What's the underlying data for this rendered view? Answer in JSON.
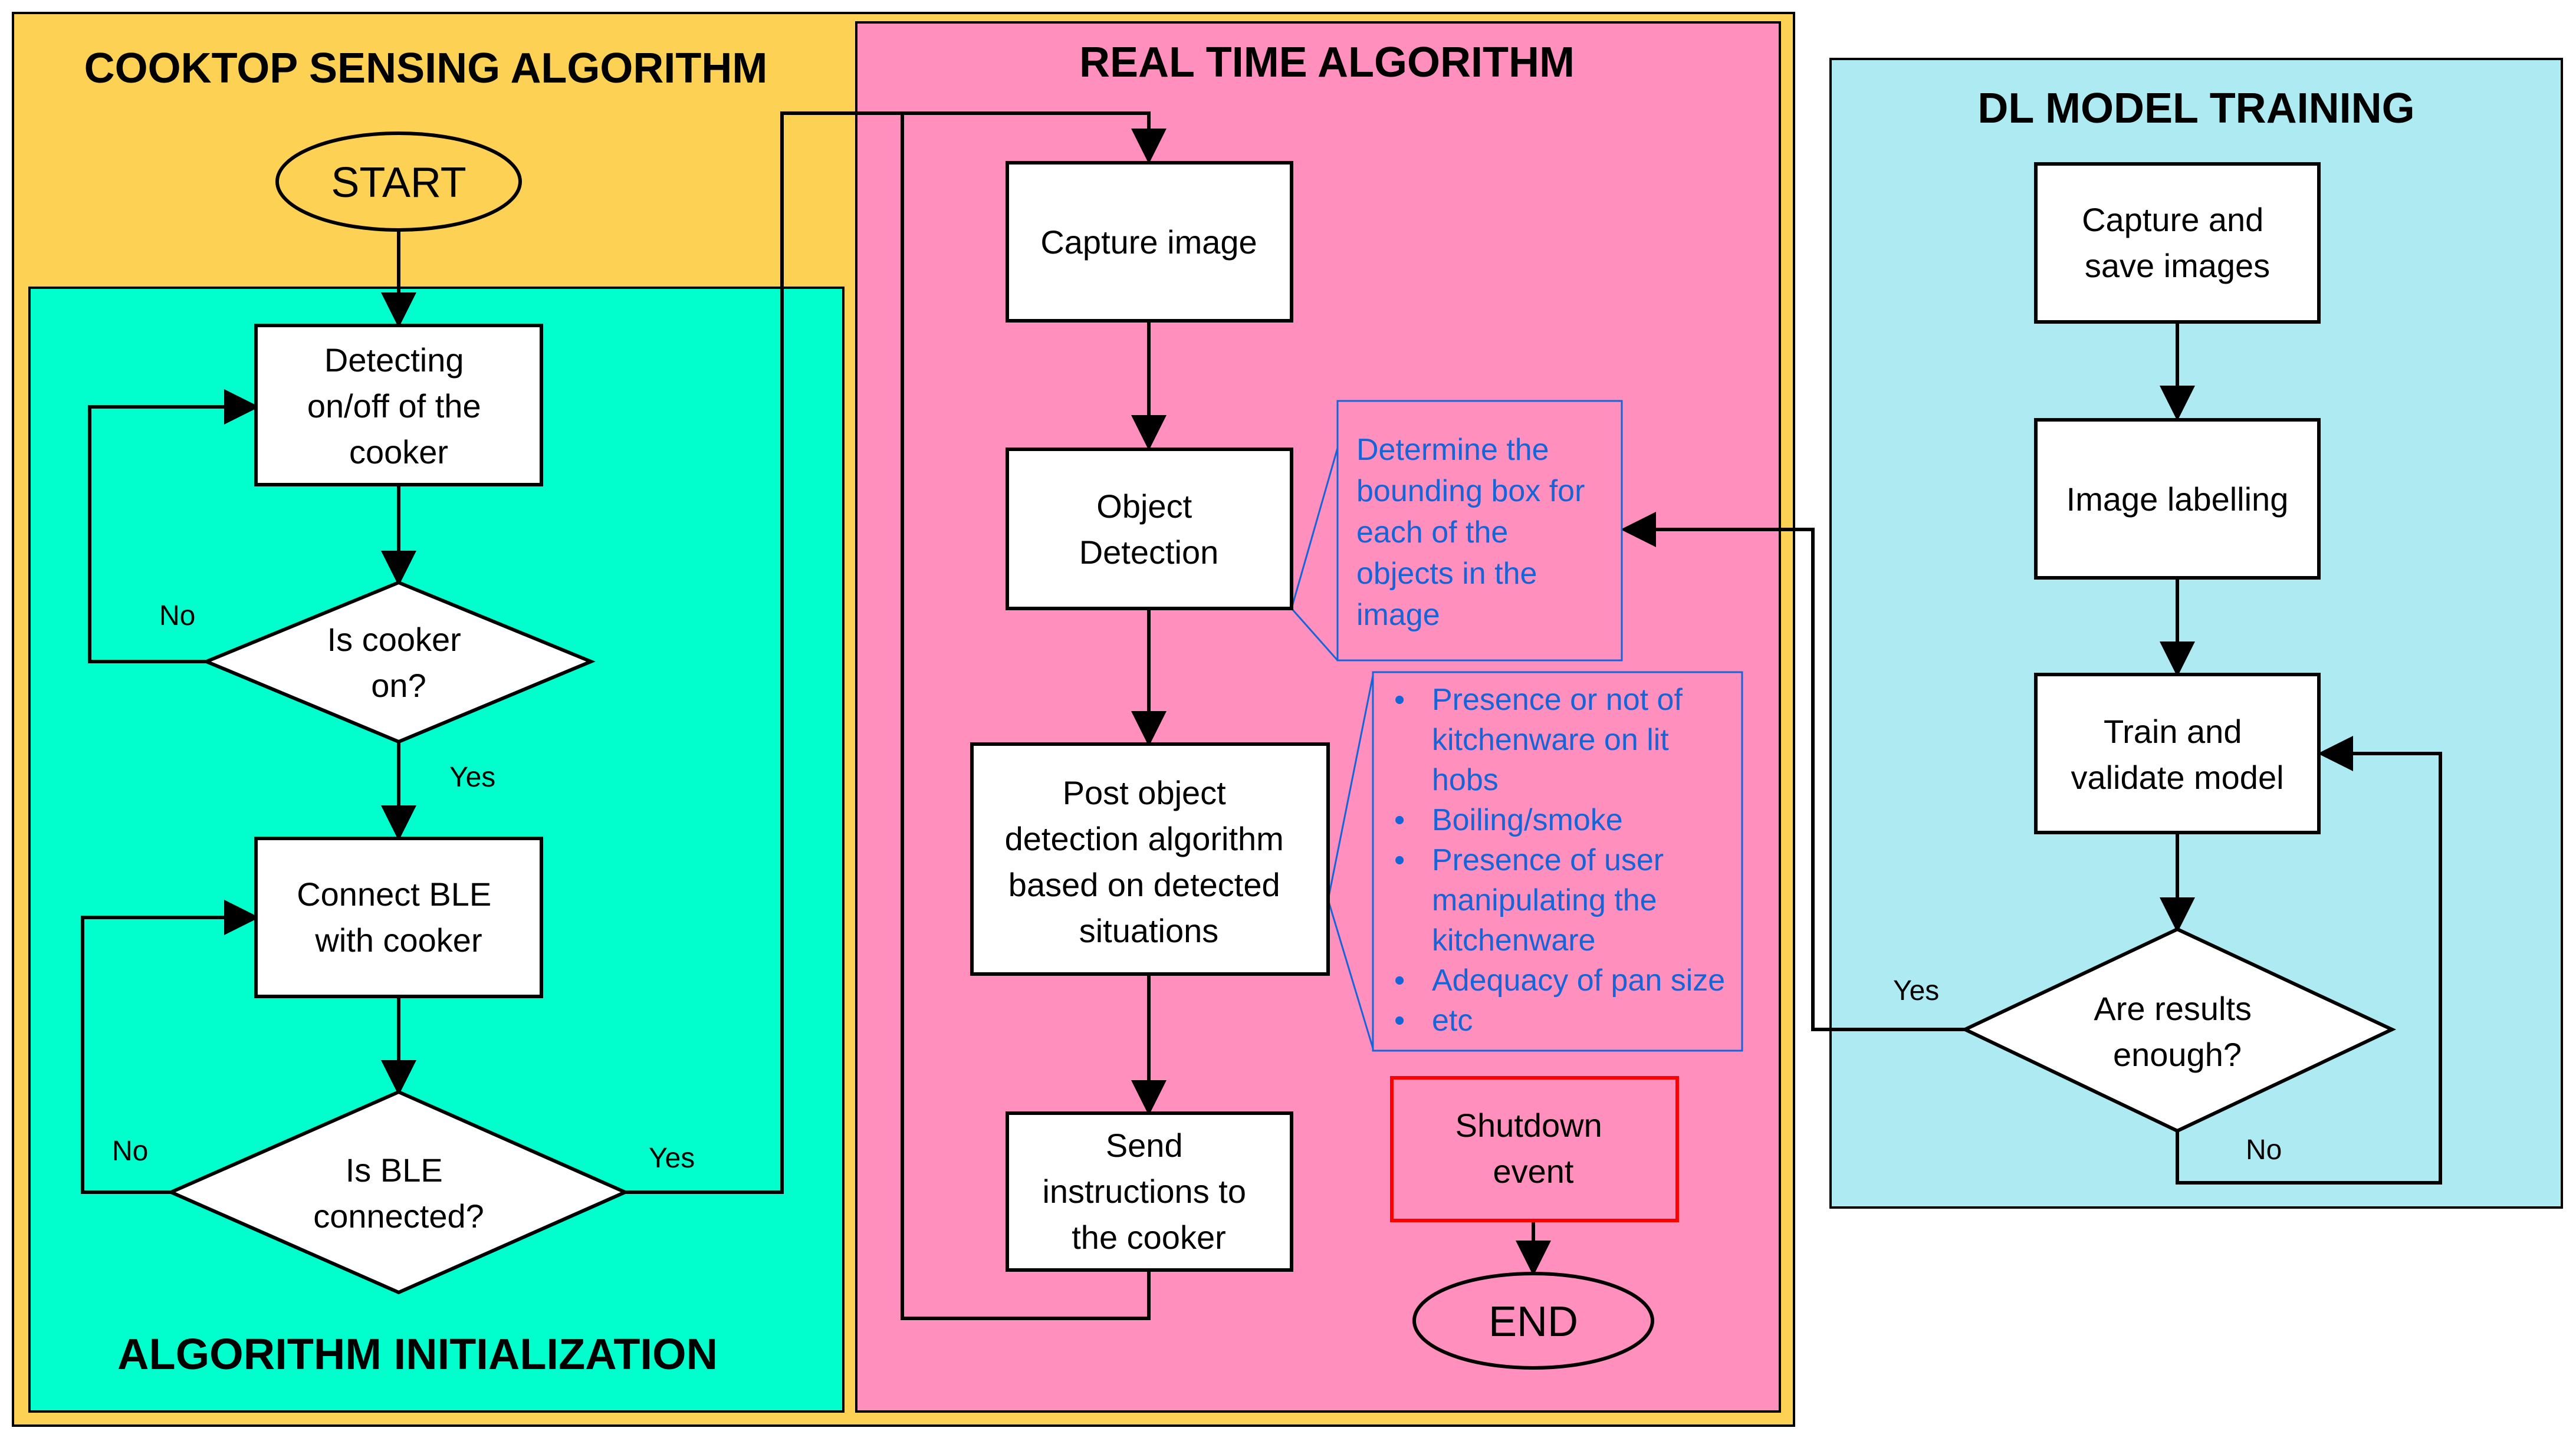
{
  "colors": {
    "outer_panel": "#fdd153",
    "init_panel": "#00ffcc",
    "realtime_panel": "#ff8fbc",
    "training_panel": "#aeeaf2",
    "note_text": "#1565d8",
    "note_border": "#1565d8",
    "shutdown_border": "#ff0000"
  },
  "panels": {
    "cooktop_title": "COOKTOP SENSING ALGORITHM",
    "init_title": "ALGORITHM INITIALIZATION",
    "realtime_title": "REAL TIME ALGORITHM",
    "training_title": "DL MODEL TRAINING"
  },
  "cooktop": {
    "start": "START",
    "detect_lines": [
      "Detecting",
      "on/off of the",
      "cooker"
    ],
    "cooker_on_lines": [
      "Is cooker",
      "on?"
    ],
    "connect_lines": [
      "Connect BLE",
      "with cooker"
    ],
    "ble_connected_lines": [
      "Is BLE",
      "connected?"
    ]
  },
  "realtime": {
    "capture": "Capture image",
    "detection_lines": [
      "Object",
      "Detection"
    ],
    "post_lines": [
      "Post object",
      "detection algorithm",
      "based on detected",
      "situations"
    ],
    "send_lines": [
      "Send",
      "instructions to",
      "the cooker"
    ],
    "shutdown_lines": [
      "Shutdown",
      "event"
    ],
    "end": "END"
  },
  "notes": {
    "bbox_lines": [
      "Determine the",
      "bounding box for",
      "each of the",
      "objects in the",
      "image"
    ],
    "situations": [
      [
        "Presence or not of",
        "kitchenware on lit",
        "hobs"
      ],
      [
        "Boiling/smoke"
      ],
      [
        "Presence of user",
        "manipulating the",
        "kitchenware"
      ],
      [
        "Adequacy of pan size"
      ],
      [
        "etc"
      ]
    ]
  },
  "training": {
    "capture_lines": [
      "Capture and",
      "save images"
    ],
    "label": "Image labelling",
    "train_lines": [
      "Train and",
      "validate model"
    ],
    "results_lines": [
      "Are results",
      "enough?"
    ]
  },
  "edge_labels": {
    "cooker_no": "No",
    "cooker_yes": "Yes",
    "ble_no": "No",
    "ble_yes": "Yes",
    "results_yes": "Yes",
    "results_no": "No"
  }
}
